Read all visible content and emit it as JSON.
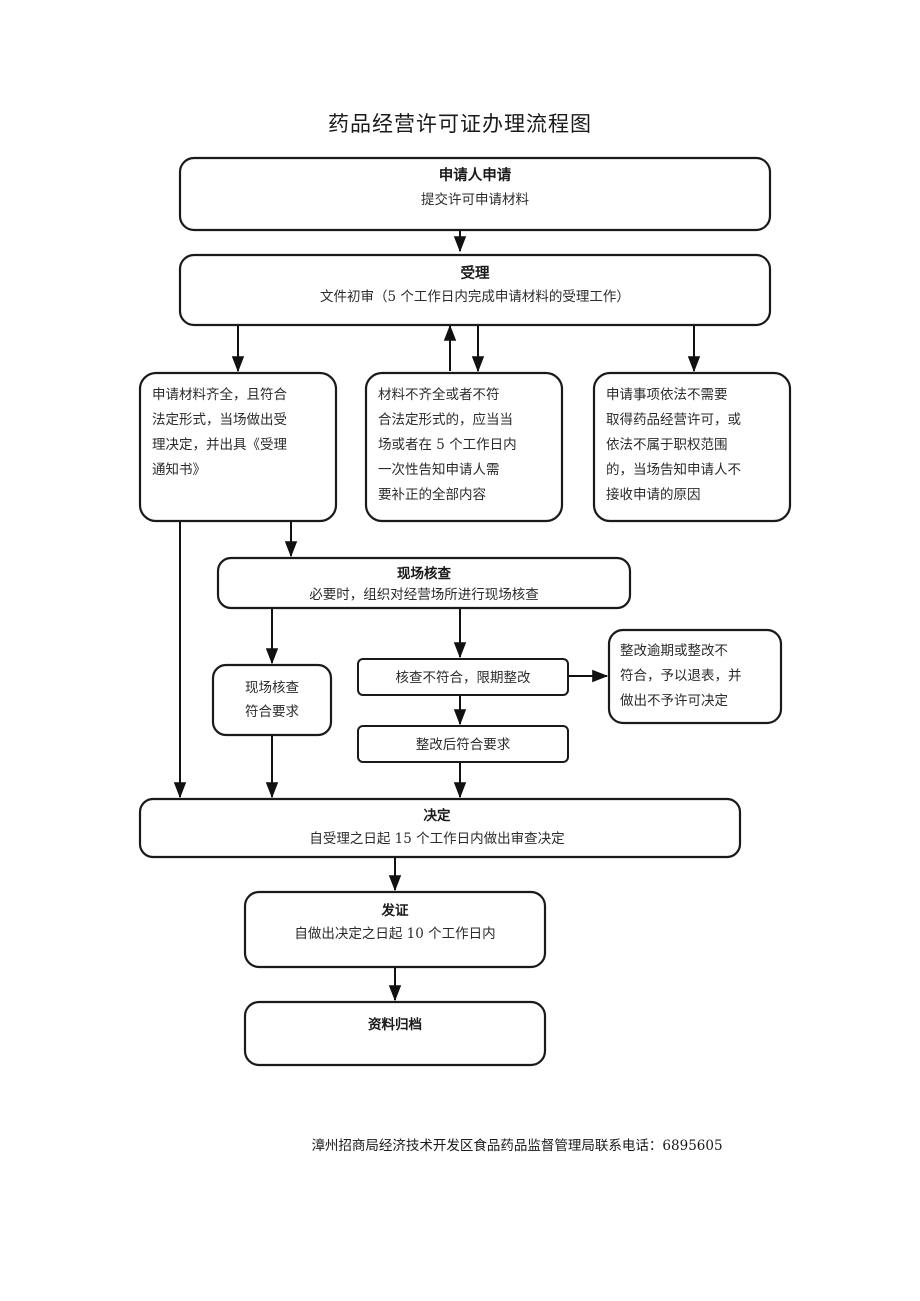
{
  "document": {
    "title": "药品经营许可证办理流程图",
    "footer": "漳州招商局经济技术开发区食品药品监督管理局联系电话：6895605"
  },
  "colors": {
    "background": "#ffffff",
    "stroke": "#1a1a1a",
    "text": "#222222"
  },
  "nodes": {
    "applicant": {
      "heading": "申请人申请",
      "subtitle": "提交许可申请材料"
    },
    "acceptance": {
      "heading": "受理",
      "subtitle": "文件初审（5 个工作日内完成申请材料的受理工作）"
    },
    "branch_complete": {
      "lines": [
        "申请材料齐全，且符合",
        "法定形式，当场做出受",
        "理决定，并出具《受理",
        "通知书》"
      ]
    },
    "branch_incomplete": {
      "lines": [
        "材料不齐全或者不符",
        "合法定形式的，应当当",
        "场或者在 5 个工作日内",
        "一次性告知申请人需",
        "要补正的全部内容"
      ]
    },
    "branch_not_required": {
      "lines": [
        "申请事项依法不需要",
        "取得药品经营许可，或",
        "依法不属于职权范围",
        "的，当场告知申请人不",
        "接收申请的原因"
      ]
    },
    "onsite_check": {
      "heading": "现场核查",
      "subtitle": "必要时，组织对经营场所进行现场核查"
    },
    "check_pass": {
      "lines": [
        "现场核查",
        "符合要求"
      ]
    },
    "check_fail": {
      "label": "核查不符合，限期整改"
    },
    "rectify_overdue": {
      "lines": [
        "整改逾期或整改不",
        "符合，予以退表，并",
        "做出不予许可决定"
      ]
    },
    "rectify_pass": {
      "label": "整改后符合要求"
    },
    "decision": {
      "heading": "决定",
      "subtitle": "自受理之日起 15 个工作日内做出审查决定"
    },
    "issue_license": {
      "heading": "发证",
      "subtitle": "自做出决定之日起 10 个工作日内"
    },
    "archive": {
      "heading": "资料归档"
    }
  }
}
